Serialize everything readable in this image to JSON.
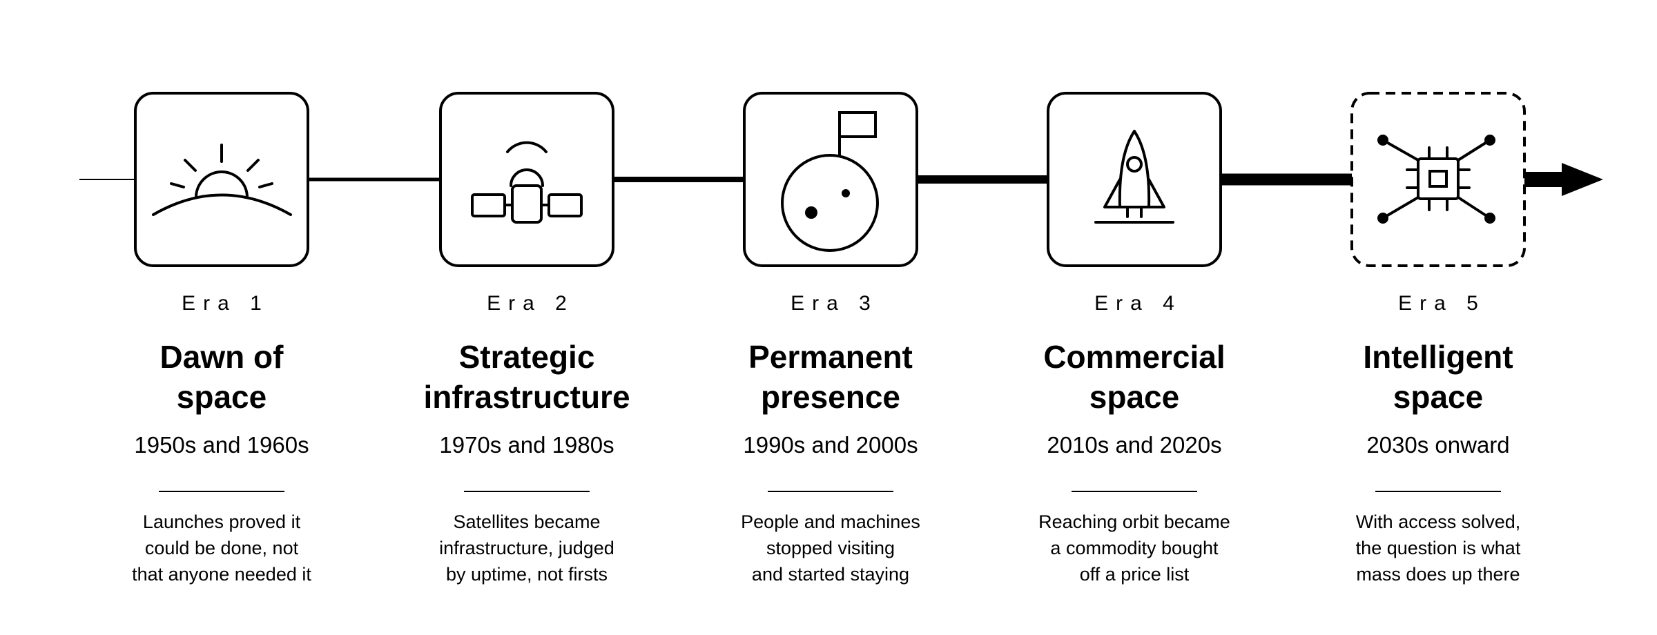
{
  "eras": [
    {
      "number": "Era 1",
      "title_lines": [
        "Dawn of",
        "space"
      ],
      "period": "1950s and 1960s",
      "description_lines": [
        "Launches proved it",
        "could be done, not",
        "that anyone needed it"
      ],
      "icon": "sunrise-icon",
      "frame": "solid"
    },
    {
      "number": "Era 2",
      "title_lines": [
        "Strategic",
        "infrastructure"
      ],
      "period": "1970s and 1980s",
      "description_lines": [
        "Satellites became",
        "infrastructure, judged",
        "by uptime, not firsts"
      ],
      "icon": "satellite-icon",
      "frame": "solid"
    },
    {
      "number": "Era 3",
      "title_lines": [
        "Permanent",
        "presence"
      ],
      "period": "1990s and 2000s",
      "description_lines": [
        "People and machines",
        "stopped visiting",
        "and started staying"
      ],
      "icon": "moon-flag-icon",
      "frame": "solid"
    },
    {
      "number": "Era 4",
      "title_lines": [
        "Commercial",
        "space"
      ],
      "period": "2010s and 2020s",
      "description_lines": [
        "Reaching orbit became",
        "a commodity bought",
        "off a price list"
      ],
      "icon": "rocket-icon",
      "frame": "solid"
    },
    {
      "number": "Era 5",
      "title_lines": [
        "Intelligent",
        "space"
      ],
      "period": "2030s onward",
      "description_lines": [
        "With access solved,",
        "the question is what",
        "mass does up there"
      ],
      "icon": "ai-chip-icon",
      "frame": "dashed"
    }
  ],
  "colors": {
    "stroke": "#000000",
    "background": "#ffffff"
  }
}
